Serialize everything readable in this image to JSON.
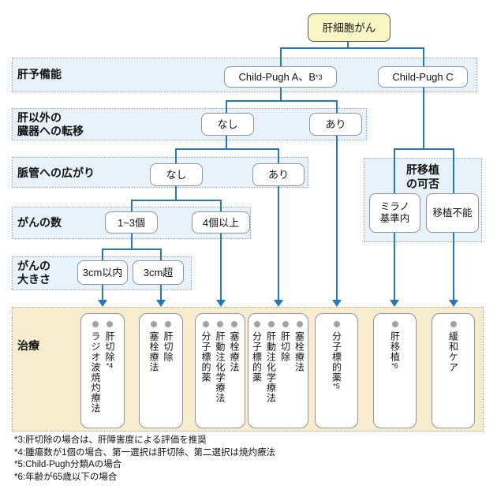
{
  "root_label": "肝細胞がん",
  "rows": {
    "reserve": {
      "label": "肝予備能",
      "node_ab_text": "Child-Pugh A、B",
      "node_ab_sup": "*3",
      "node_c": "Child-Pugh C"
    },
    "metastasis": {
      "label_line1": "肝以外の",
      "label_line2": "臓器への転移",
      "no": "なし",
      "yes": "あり"
    },
    "vascular": {
      "label": "脈管への広がり",
      "no": "なし",
      "yes": "あり"
    },
    "count": {
      "label": "がんの数",
      "opt1": "1~3個",
      "opt2": "4個以上"
    },
    "size": {
      "label_line1": "がんの",
      "label_line2": "大きさ",
      "opt1": "3cm以内",
      "opt2": "3cm超"
    },
    "transplant": {
      "label_line1": "肝移植",
      "label_line2": "の可否",
      "opt1_line1": "ミラノ",
      "opt1_line2": "基準内",
      "opt2": "移植不能"
    }
  },
  "treatment": {
    "label": "治療",
    "boxes": [
      {
        "items": [
          {
            "text": "肝切除",
            "note": "*4"
          },
          {
            "text": "ラジオ波焼灼療法",
            "note": ""
          }
        ]
      },
      {
        "items": [
          {
            "text": "肝切除",
            "note": ""
          },
          {
            "text": "塞栓療法",
            "note": ""
          }
        ]
      },
      {
        "items": [
          {
            "text": "塞栓療法",
            "note": ""
          },
          {
            "text": "肝動注化学療法",
            "note": ""
          },
          {
            "text": "分子標的薬",
            "note": ""
          }
        ]
      },
      {
        "items": [
          {
            "text": "塞栓療法",
            "note": ""
          },
          {
            "text": "肝切除",
            "note": ""
          },
          {
            "text": "肝動注化学療法",
            "note": ""
          },
          {
            "text": "分子標的薬",
            "note": ""
          }
        ]
      },
      {
        "items": [
          {
            "text": "分子標的薬",
            "note": "*5"
          }
        ]
      },
      {
        "items": [
          {
            "text": "肝移植",
            "note": "*6"
          }
        ]
      },
      {
        "items": [
          {
            "text": "緩和ケア",
            "note": ""
          }
        ]
      }
    ]
  },
  "footnotes": [
    "*3:肝切除の場合は、肝障害度による評価を推奨",
    "*4:腫瘍数が1個の場合、第一選択は肝切除、第二選択は焼灼療法",
    "*5:Child-Pugh分類Aの場合",
    "*6:年齢が65歳以下の場合"
  ],
  "colors": {
    "connector_blue": "#2878b5",
    "band_fill": "#e7f2fa",
    "treatment_fill": "#f8ecce",
    "root_fill": "#fbf7c5",
    "dot_gray": "#a3a3a3"
  }
}
